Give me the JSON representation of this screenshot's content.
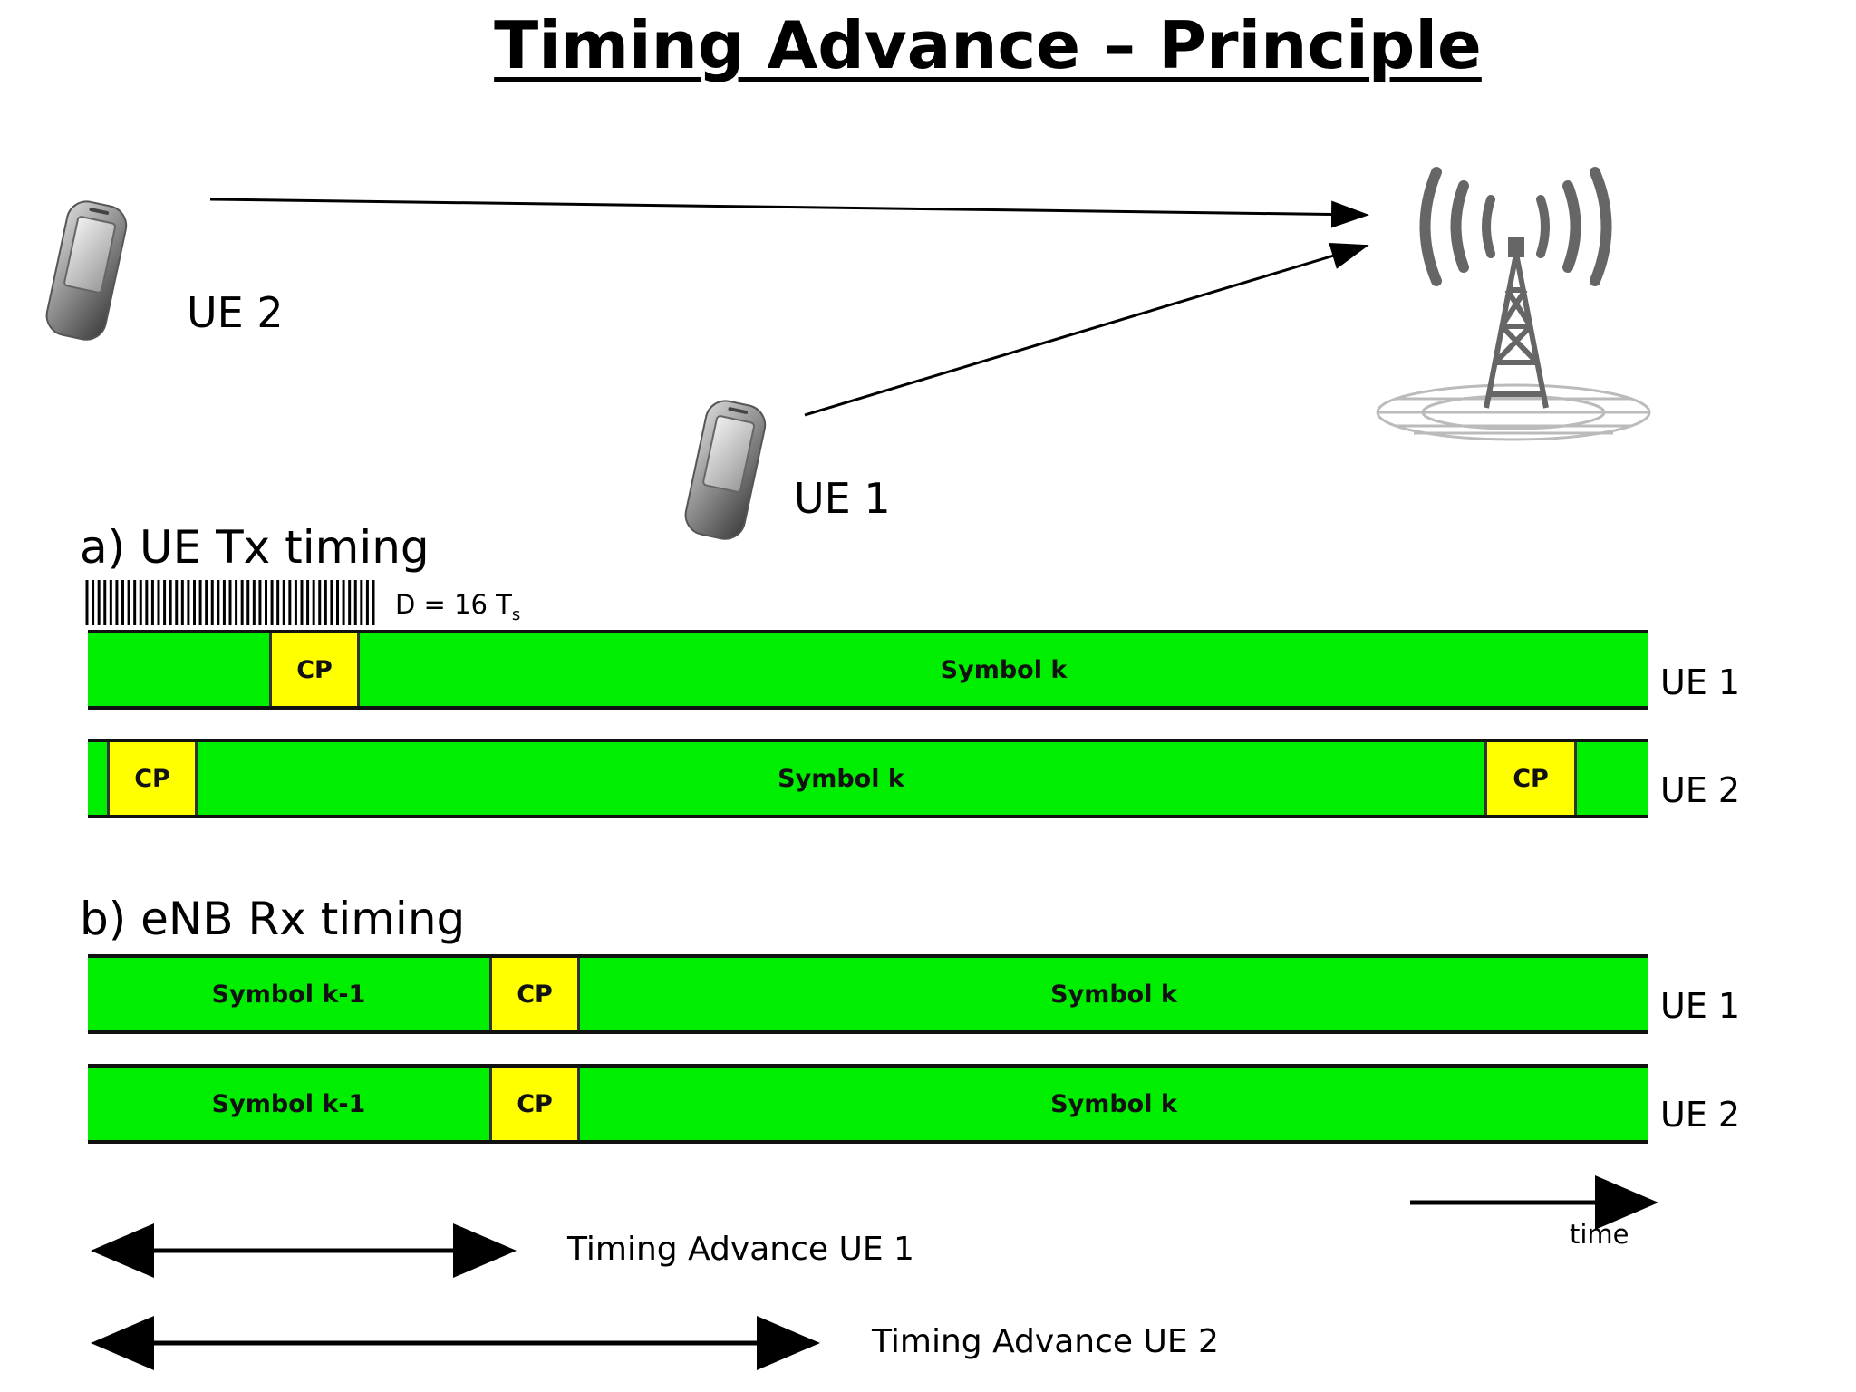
{
  "title": "Timing Advance – Principle",
  "devices": {
    "ue2_label": "UE 2",
    "ue1_label": "UE 1"
  },
  "section_a": {
    "label": "a) UE Tx timing",
    "duration_label": "D = 16 T",
    "duration_sub": "s",
    "rows": [
      {
        "ue": "UE 1",
        "cp1": "CP",
        "symbol": "Symbol k"
      },
      {
        "ue": "UE 2",
        "cp1": "CP",
        "symbol": "Symbol k",
        "cp2": "CP"
      }
    ]
  },
  "section_b": {
    "label": "b) eNB Rx timing",
    "rows": [
      {
        "ue": "UE 1",
        "prev": "Symbol k-1",
        "cp": "CP",
        "symbol": "Symbol k"
      },
      {
        "ue": "UE 2",
        "prev": "Symbol k-1",
        "cp": "CP",
        "symbol": "Symbol k"
      }
    ]
  },
  "time_label": "time",
  "timing_advance": {
    "ue1": "Timing Advance UE 1",
    "ue2": "Timing Advance UE 2"
  },
  "colors": {
    "symbol_fill": "#00ee00",
    "cp_fill": "#ffff00"
  }
}
